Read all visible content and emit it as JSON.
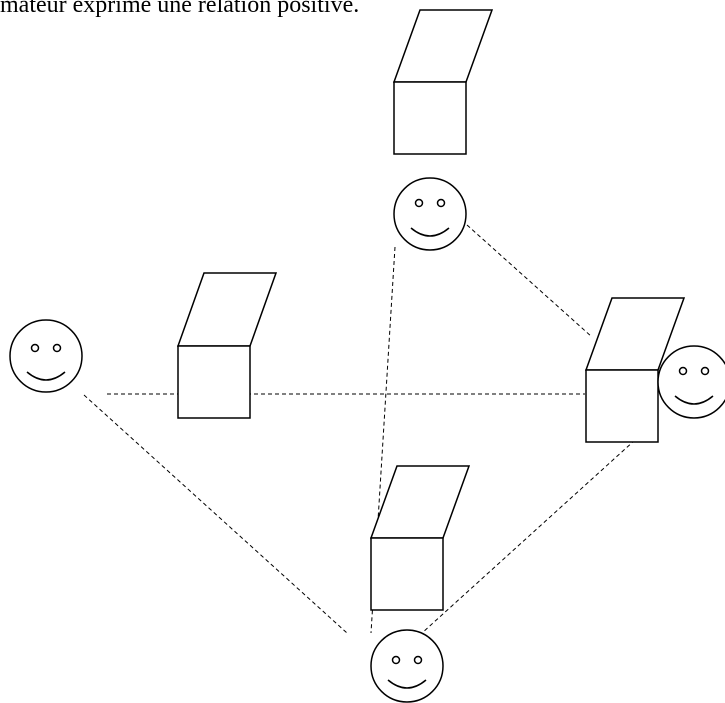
{
  "caption": "mateur exprime une relation positive.",
  "diagram": {
    "figures": [
      {
        "id": "a",
        "kind": "smiley",
        "expression": "smile"
      },
      {
        "id": "b",
        "kind": "box"
      },
      {
        "id": "c",
        "kind": "smiley",
        "expression": "smile"
      },
      {
        "id": "d",
        "kind": "box"
      },
      {
        "id": "e",
        "kind": "box"
      },
      {
        "id": "f",
        "kind": "smiley",
        "expression": "smile"
      },
      {
        "id": "g",
        "kind": "box"
      },
      {
        "id": "h",
        "kind": "smiley",
        "expression": "smile"
      }
    ],
    "relations": [
      {
        "from": "a",
        "to": "e",
        "style": "dashed"
      },
      {
        "from": "a",
        "to": "h",
        "style": "dashed"
      },
      {
        "from": "c",
        "to": "e",
        "style": "dashed"
      },
      {
        "from": "c",
        "to": "h",
        "style": "dashed"
      },
      {
        "from": "e",
        "to": "h",
        "style": "dashed"
      }
    ],
    "colors": {
      "stroke": "#000000",
      "background": "#ffffff"
    }
  }
}
